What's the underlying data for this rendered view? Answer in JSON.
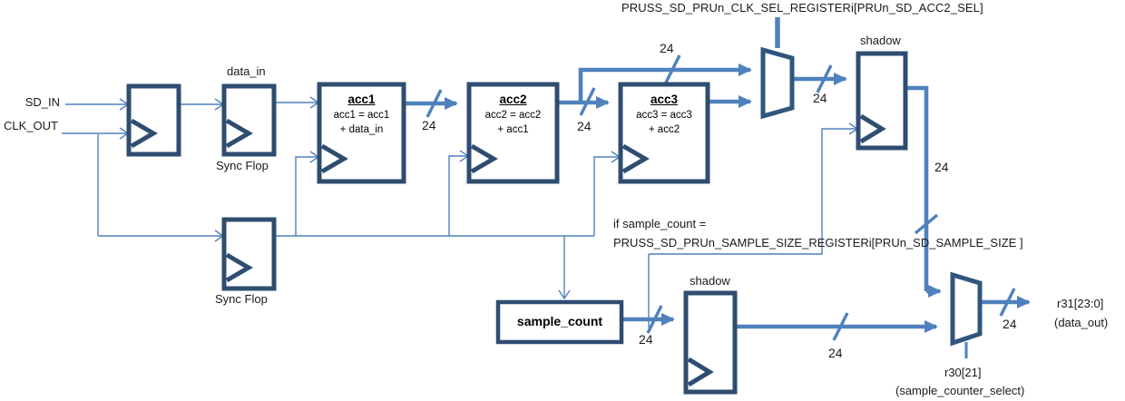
{
  "diagram": {
    "title_register": "PRUSS_SD_PRUn_CLK_SEL_REGISTERi[PRUn_SD_ACC2_SEL]",
    "inputs": {
      "sd_in": "SD_IN",
      "clk_out": "CLK_OUT"
    },
    "labels": {
      "data_in": "data_in",
      "sync_flop_top": "Sync Flop",
      "sync_flop_bottom": "Sync Flop",
      "shadow_top": "shadow",
      "shadow_bottom": "shadow"
    },
    "accumulators": [
      {
        "title": "acc1",
        "eq1": "acc1 = acc1",
        "eq2": "+ data_in"
      },
      {
        "title": "acc2",
        "eq1": "acc2 = acc2",
        "eq2": "+ acc1"
      },
      {
        "title": "acc3",
        "eq1": "acc3 = acc3",
        "eq2": "+ acc2"
      }
    ],
    "sample_count": "sample_count",
    "condition": {
      "line1": "if sample_count =",
      "line2": "PRUSS_SD_PRUn_SAMPLE_SIZE_REGISTERi[PRUn_SD_SAMPLE_SIZE ]"
    },
    "bus_width": "24",
    "outputs": {
      "data_out_reg": "r31[23:0]",
      "data_out_name": "(data_out)",
      "select_reg": "r30[21]",
      "select_name": "(sample_counter_select)"
    },
    "colors": {
      "box_border": "#2e4d70",
      "mux_border": "#31567e",
      "bus_blue": "#4f81bd"
    }
  }
}
